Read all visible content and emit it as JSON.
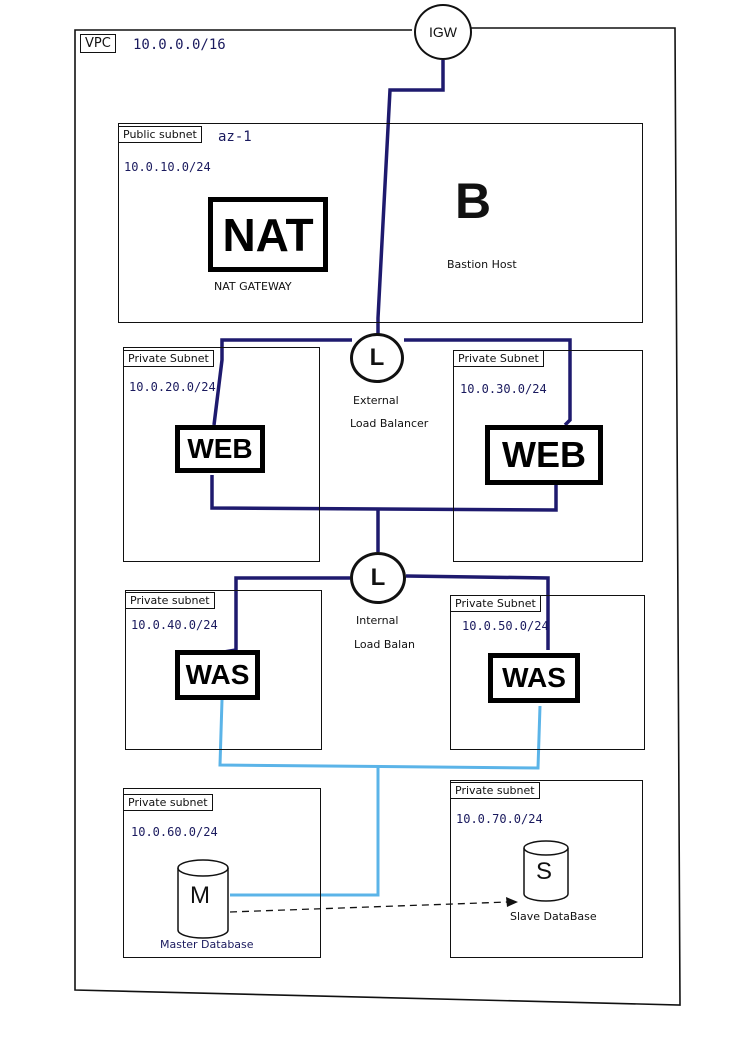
{
  "vpc": {
    "label": "VPC",
    "cidr": "10.0.0.0/16"
  },
  "igw": {
    "label": "IGW"
  },
  "public_subnet": {
    "label": "Public subnet",
    "az": "az-1",
    "cidr": "10.0.10.0/24",
    "nat": {
      "symbol": "NAT",
      "caption": "NAT GATEWAY"
    },
    "bastion": {
      "symbol": "B",
      "caption": "Bastion Host"
    }
  },
  "web_subnet_1": {
    "label": "Private Subnet",
    "cidr": "10.0.20.0/24",
    "node": "WEB"
  },
  "web_subnet_2": {
    "label": "Private Subnet",
    "cidr": "10.0.30.0/24",
    "node": "WEB"
  },
  "external_lb": {
    "symbol": "L",
    "caption_1": "External",
    "caption_2": "Load Balancer"
  },
  "internal_lb": {
    "symbol": "L",
    "caption_1": "Internal",
    "caption_2": "Load Balan"
  },
  "was_subnet_1": {
    "label": "Private subnet",
    "cidr": "10.0.40.0/24",
    "node": "WAS"
  },
  "was_subnet_2": {
    "label": "Private Subnet",
    "cidr": "10.0.50.0/24",
    "node": "WAS"
  },
  "db_subnet_1": {
    "label": "Private subnet",
    "cidr": "10.0.60.0/24",
    "symbol": "M",
    "caption": "Master Database"
  },
  "db_subnet_2": {
    "label": "Private subnet",
    "cidr": "10.0.70.0/24",
    "symbol": "S",
    "caption": "Slave DataBase"
  },
  "colors": {
    "ink": "#111111",
    "dark_link": "#1e1a6e",
    "light_link": "#5bb4e8"
  }
}
